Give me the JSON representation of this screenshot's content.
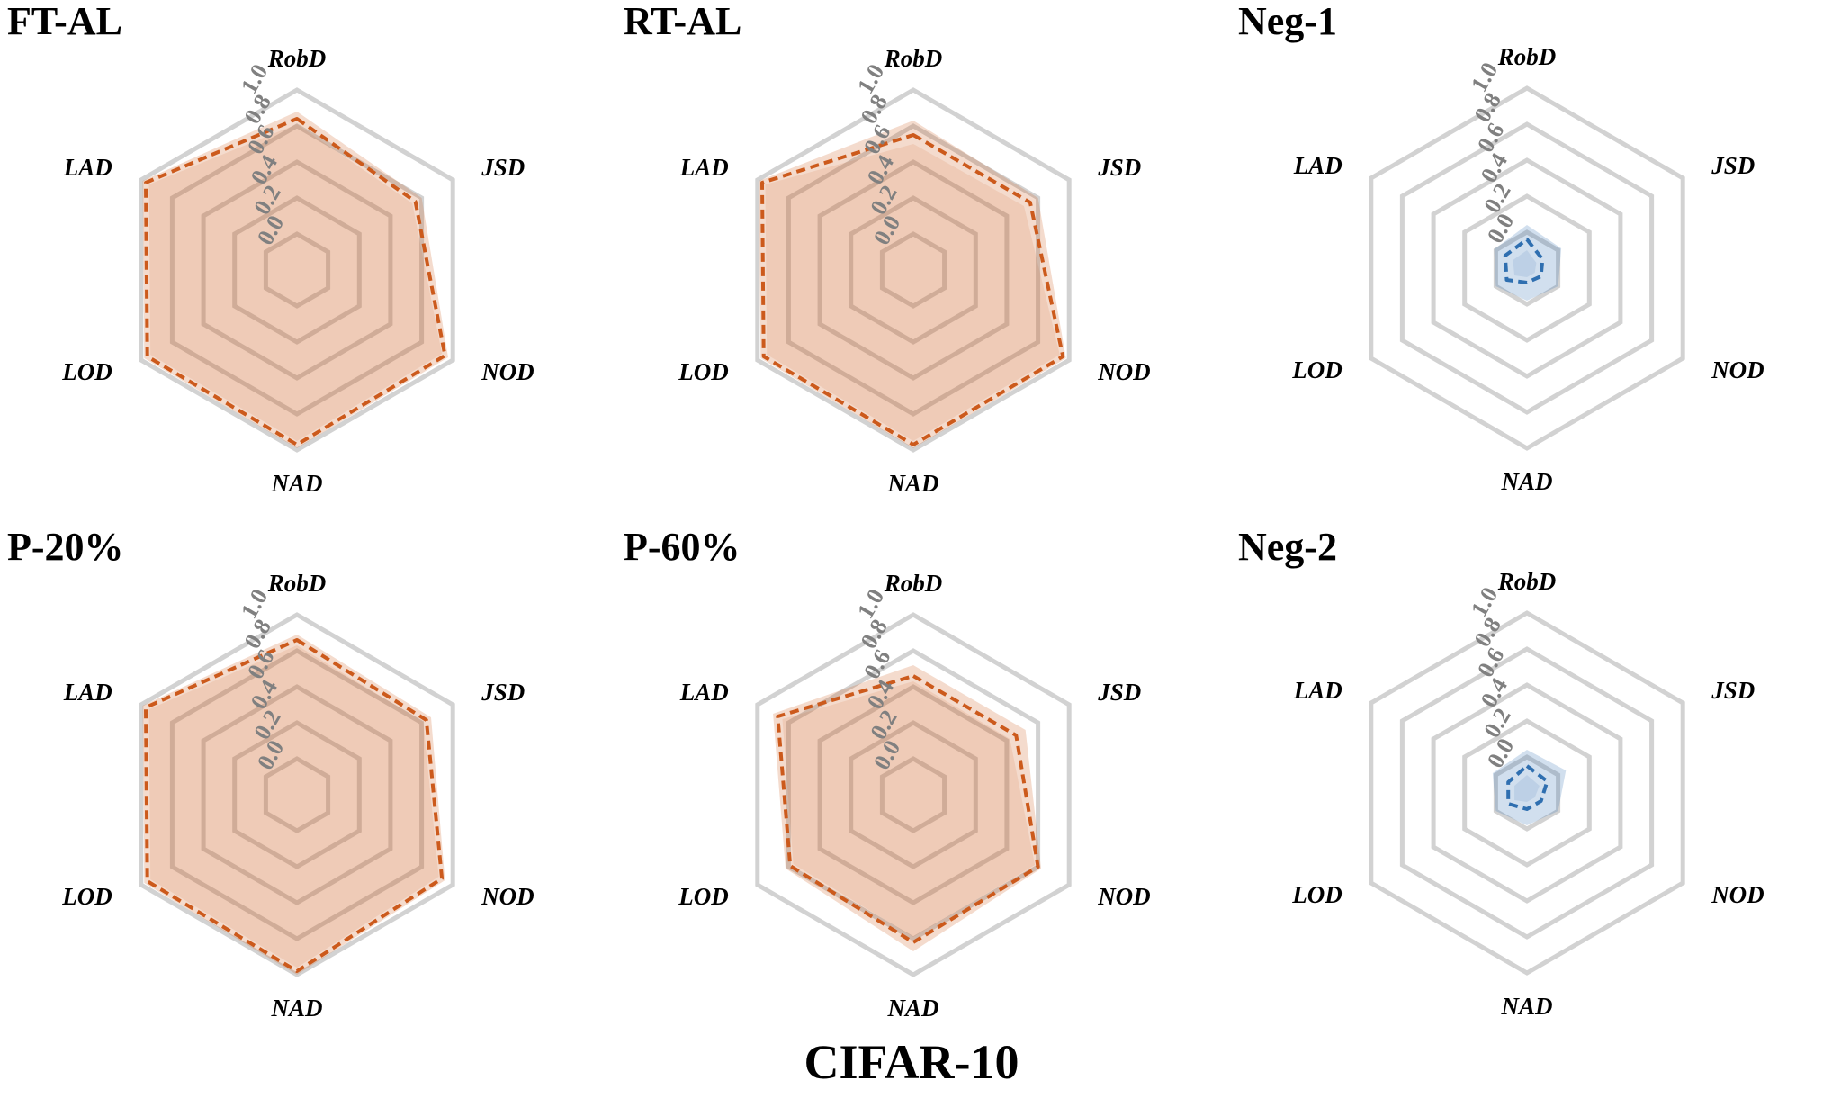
{
  "caption": "CIFAR-10",
  "chart_data": [
    {
      "type": "radar",
      "title": "FT-AL",
      "axes": [
        "RobD",
        "JSD",
        "NOD",
        "NAD",
        "LOD",
        "LAD"
      ],
      "ticks": [
        "0.0",
        "0.2",
        "0.4",
        "0.6",
        "0.8",
        "1.0"
      ],
      "rlim": [
        0,
        1
      ],
      "color": "#cc5a1c",
      "series": [
        {
          "values": [
            0.84,
            0.76,
            0.95,
            0.97,
            0.96,
            0.97
          ],
          "band_low": [
            0.81,
            0.74,
            0.93,
            0.95,
            0.94,
            0.95
          ],
          "band_high": [
            0.88,
            0.8,
            0.97,
            0.99,
            0.98,
            0.99
          ]
        }
      ]
    },
    {
      "type": "radar",
      "title": "RT-AL",
      "axes": [
        "RobD",
        "JSD",
        "NOD",
        "NAD",
        "LOD",
        "LAD"
      ],
      "ticks": [
        "0.0",
        "0.2",
        "0.4",
        "0.6",
        "0.8",
        "1.0"
      ],
      "rlim": [
        0,
        1
      ],
      "color": "#cc5a1c",
      "series": [
        {
          "values": [
            0.75,
            0.75,
            0.96,
            0.97,
            0.96,
            0.97
          ],
          "band_low": [
            0.7,
            0.71,
            0.94,
            0.95,
            0.94,
            0.95
          ],
          "band_high": [
            0.83,
            0.8,
            0.98,
            0.99,
            0.98,
            0.99
          ]
        }
      ]
    },
    {
      "type": "radar",
      "title": "Neg-1",
      "axes": [
        "RobD",
        "JSD",
        "NOD",
        "NAD",
        "LOD",
        "LAD"
      ],
      "ticks": [
        "0.0",
        "0.2",
        "0.4",
        "0.6",
        "0.8",
        "1.0"
      ],
      "rlim": [
        0,
        1
      ],
      "color": "#2f6fb0",
      "series": [
        {
          "values": [
            0.16,
            0.1,
            0.09,
            0.08,
            0.13,
            0.14
          ],
          "band_low": [
            0.1,
            0.06,
            0.05,
            0.05,
            0.08,
            0.09
          ],
          "band_high": [
            0.24,
            0.22,
            0.2,
            0.18,
            0.2,
            0.21
          ]
        }
      ]
    },
    {
      "type": "radar",
      "title": "P-20%",
      "axes": [
        "RobD",
        "JSD",
        "NOD",
        "NAD",
        "LOD",
        "LAD"
      ],
      "ticks": [
        "0.0",
        "0.2",
        "0.4",
        "0.6",
        "0.8",
        "1.0"
      ],
      "rlim": [
        0,
        1
      ],
      "color": "#cc5a1c",
      "series": [
        {
          "values": [
            0.86,
            0.83,
            0.93,
            0.98,
            0.96,
            0.97
          ],
          "band_low": [
            0.83,
            0.81,
            0.91,
            0.96,
            0.94,
            0.95
          ],
          "band_high": [
            0.89,
            0.86,
            0.95,
            1.0,
            0.98,
            0.99
          ]
        }
      ]
    },
    {
      "type": "radar",
      "title": "P-60%",
      "axes": [
        "RobD",
        "JSD",
        "NOD",
        "NAD",
        "LOD",
        "LAD"
      ],
      "ticks": [
        "0.0",
        "0.2",
        "0.4",
        "0.6",
        "0.8",
        "1.0"
      ],
      "rlim": [
        0,
        1
      ],
      "color": "#cc5a1c",
      "series": [
        {
          "values": [
            0.66,
            0.66,
            0.8,
            0.82,
            0.79,
            0.87
          ],
          "band_low": [
            0.63,
            0.62,
            0.78,
            0.79,
            0.77,
            0.84
          ],
          "band_high": [
            0.72,
            0.72,
            0.82,
            0.87,
            0.82,
            0.9
          ]
        }
      ]
    },
    {
      "type": "radar",
      "title": "Neg-2",
      "axes": [
        "RobD",
        "JSD",
        "NOD",
        "NAD",
        "LOD",
        "LAD"
      ],
      "ticks": [
        "0.0",
        "0.2",
        "0.4",
        "0.6",
        "0.8",
        "1.0"
      ],
      "rlim": [
        0,
        1
      ],
      "color": "#2f6fb0",
      "series": [
        {
          "values": [
            0.15,
            0.13,
            0.09,
            0.09,
            0.12,
            0.12
          ],
          "band_low": [
            0.1,
            0.08,
            0.05,
            0.05,
            0.08,
            0.08
          ],
          "band_high": [
            0.24,
            0.25,
            0.2,
            0.18,
            0.2,
            0.22
          ]
        }
      ]
    }
  ]
}
